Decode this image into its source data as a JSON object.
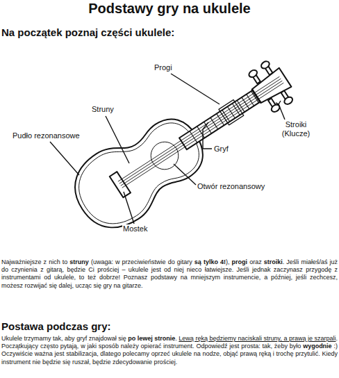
{
  "diagram": {
    "title": "Podstawy gry na ukulele",
    "labels": [
      "Na początek poznaj części ukulele:",
      "Progi",
      "Struny",
      "Pudło rezonansowe",
      "Stroiki (Klucze)",
      "Gryf",
      "Otwór rezonansowy",
      "Mostek",
      "Najważniejsze z nich to ",
      "struny",
      " (uwaga: w przeciwieństwie do gitary ",
      "są tylko 4!",
      "), ",
      "progi",
      " oraz ",
      "stroiki",
      ". Jeśli miałeś/aś już do czynienia z gitarą, będzie Ci prościej – ukulele jest od niej nieco łatwiejsze. Jeśli jednak zaczynasz przygodę z instrumentami od ukulele, to też dobrze! Poznasz podstawy na mniejszym instrumencie, a później, jeśli zechcesz, możesz rozwijać się dalej, ucząc się gry na gitarze.",
      "Postawa podczas gry:",
      "Ukulele trzymamy tak, aby gryf znajdował się ",
      "po lewej stronie",
      ". ",
      "Lewą ręką będziemy naciskali struny, a prawą je szarpali",
      ". Początkujący często pytają, w jaki sposób należy opierać instrument. Odpowiedź jest prosta: tak, żeby było ",
      "wygodnie",
      " :) Oczywiście ważna jest stabilizacja, dlatego polecamy oprzeć ukulele na nodze, objąć prawą ręką i trochę przytulić. Kiedy instrument nie będzie się ruszał, będzie zdecydowanie prościej."
    ]
  }
}
